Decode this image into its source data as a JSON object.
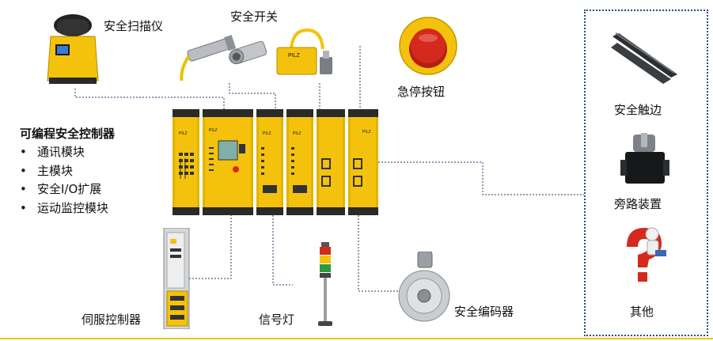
{
  "controller": {
    "title": "可编程安全控制器",
    "items": [
      {
        "bullet": "•",
        "label": "通讯模块"
      },
      {
        "bullet": "•",
        "label": "主模块"
      },
      {
        "bullet": "•",
        "label": "安全I/O扩展"
      },
      {
        "bullet": "•",
        "label": "运动监控模块"
      }
    ],
    "module_brand": "PILZ"
  },
  "devices": {
    "scanner": "安全扫描仪",
    "switch": "安全开关",
    "estop": "急停按钮",
    "servo": "伺服控制器",
    "signal": "信号灯",
    "encoder": "安全编码器"
  },
  "right_panel": {
    "edge": "安全触边",
    "bypass": "旁路装置",
    "other": "其他"
  },
  "colors": {
    "pilz_yellow": "#f4c20d",
    "module_dark": "#2a2a2a",
    "wire_blue": "#1f3b66",
    "estop_red": "#d42a1d",
    "panel_border": "#2b4a7a"
  }
}
